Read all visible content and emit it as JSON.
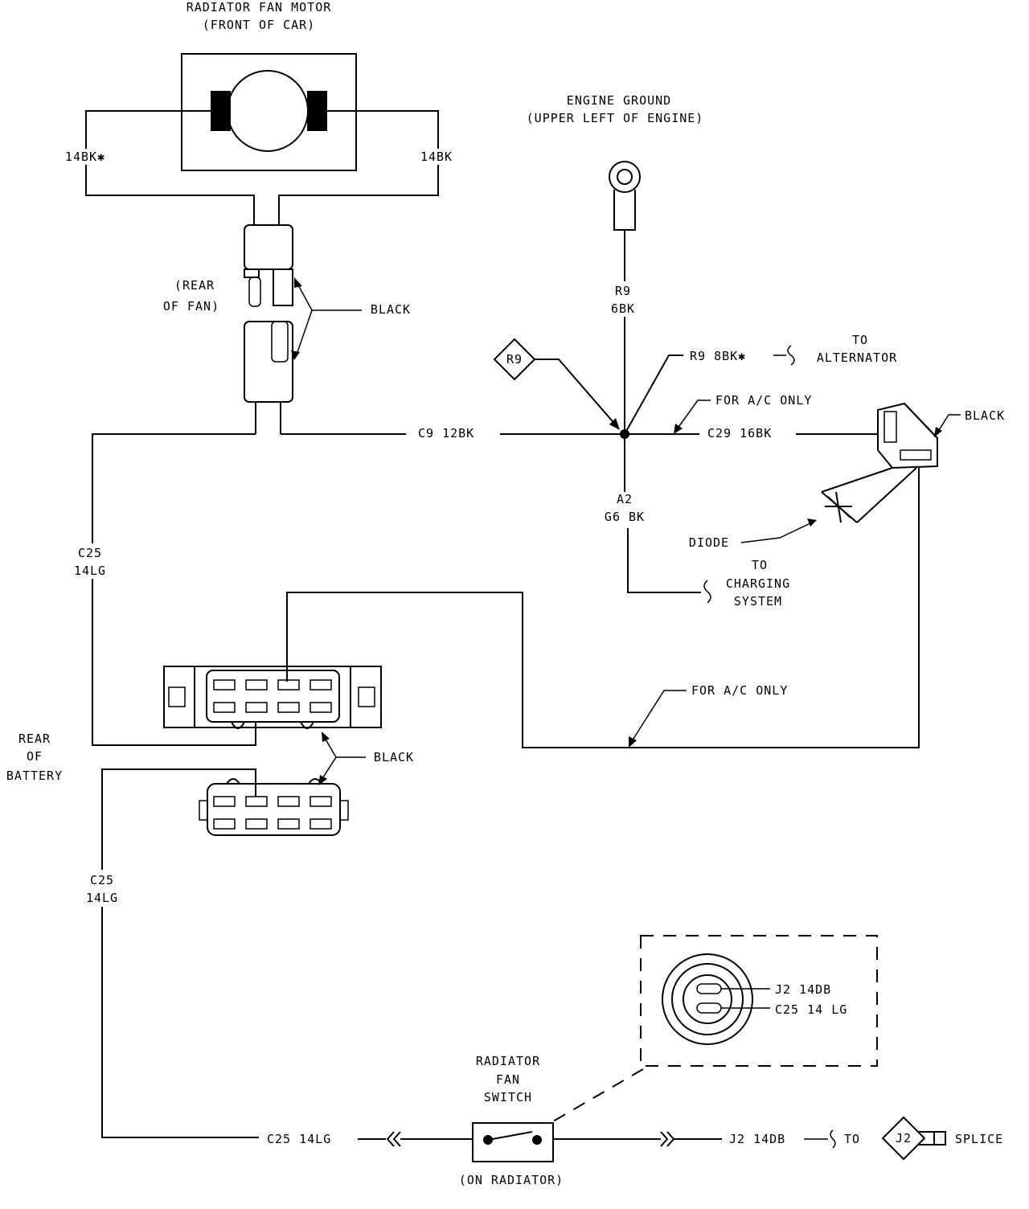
{
  "fan_motor": {
    "title": "RADIATOR FAN MOTOR",
    "subtitle": "(FRONT OF CAR)",
    "wire_left": "14BK✱",
    "wire_right": "14BK"
  },
  "fan_connector": {
    "location_line1": "(REAR",
    "location_line2": "OF FAN)",
    "color": "BLACK"
  },
  "engine_ground": {
    "title": "ENGINE GROUND",
    "subtitle": "(UPPER LEFT OF ENGINE)",
    "wire_code": "R9",
    "wire_gauge": "6BK"
  },
  "r9_badge": "R9",
  "alternator": {
    "wire": "R9 8BK✱",
    "to": "TO",
    "dest": "ALTERNATOR"
  },
  "ac_note_top": "FOR A/C ONLY",
  "c9_wire": "C9   12BK",
  "c29_wire": "C29 16BK",
  "diode_connector_color": "BLACK",
  "a2_code": "A2",
  "a2_gauge": "G6 BK",
  "diode_label": "DIODE",
  "charging": {
    "to": "TO",
    "line1": "CHARGING",
    "line2": "SYSTEM"
  },
  "c25_left_code": "C25",
  "c25_left_gauge": "14LG",
  "ac_note_bottom": "FOR A/C ONLY",
  "battery": {
    "line1": "REAR",
    "line2": "OF",
    "line3": "BATTERY"
  },
  "battery_connector_color": "BLACK",
  "c25_lower_code": "C25",
  "c25_lower_gauge": "14LG",
  "switch_detail": {
    "pin1": "J2  14DB",
    "pin2": "C25  14 LG"
  },
  "fan_switch": {
    "line1": "RADIATOR",
    "line2": "FAN",
    "line3": "SWITCH",
    "location": "(ON RADIATOR)"
  },
  "bottom_c25_wire": "C25  14LG",
  "bottom_j2_wire": "J2  14DB",
  "splice": {
    "to": "TO",
    "badge": "J2",
    "label": "SPLICE"
  }
}
